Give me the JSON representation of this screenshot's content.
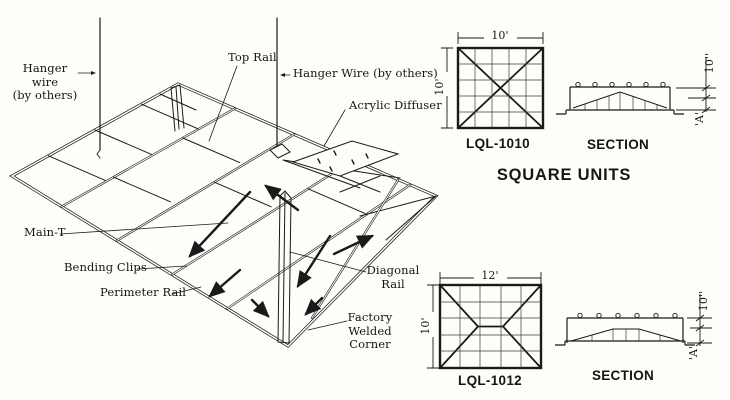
{
  "iso": {
    "hanger_wire_left": "Hanger wire\n(by others)",
    "top_rail": "Top Rail",
    "hanger_wire_right": "Hanger Wire (by others)",
    "acrylic_diffuser": "Acrylic Diffuser",
    "main_t": "Main-T",
    "bending_clips": "Bending Clips",
    "perimeter_rail": "Perimeter Rail",
    "diagonal_rail": "Diagonal\nRail",
    "factory_welded_corner": "Factory\nWelded Corner"
  },
  "square_units": {
    "title": "SQUARE UNITS",
    "units": [
      {
        "model": "LQL-1010",
        "plan_width": "10'",
        "plan_height": "10'",
        "section_label": "SECTION",
        "section_height": "10''",
        "section_ref": "'A'"
      },
      {
        "model": "LQL-1012",
        "plan_width": "12'",
        "plan_height": "10'",
        "section_label": "SECTION",
        "section_height": "10''",
        "section_ref": "'A'"
      }
    ]
  },
  "colors": {
    "ink": "#1a1a1a",
    "paper": "#fdfdfa"
  }
}
